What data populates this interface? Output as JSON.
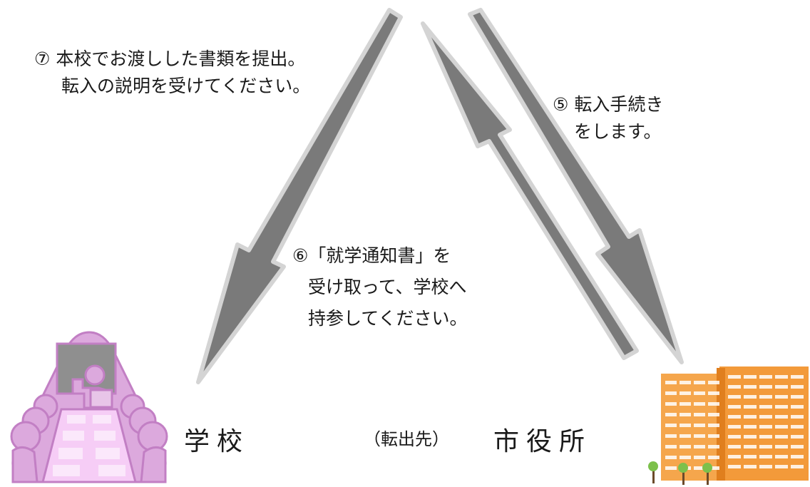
{
  "notes": {
    "step7": {
      "line1": "⑦ 本校でお渡しした書類を提出。",
      "line2": "転入の説明を受けてください。"
    },
    "step5": {
      "line1": "⑤ 転入手続き",
      "line2": "をします。"
    },
    "step6": {
      "line1": "⑥「就学通知書」を",
      "line2": "受け取って、学校へ",
      "line3": "持参してください。"
    }
  },
  "places": {
    "school": "学校",
    "transfer": "（転出先）",
    "city_hall": "市役所"
  },
  "colors": {
    "arrow_fill": "#7a7a7a",
    "arrow_outline": "#d4d4d4",
    "school_purple": "#c27fc4",
    "school_floor": "#f6cdf6",
    "building_orange": "#f39a3a",
    "text": "#1a1a1a"
  },
  "icons": {
    "school": "classroom-icon",
    "city_hall": "apartment-building-icon"
  }
}
